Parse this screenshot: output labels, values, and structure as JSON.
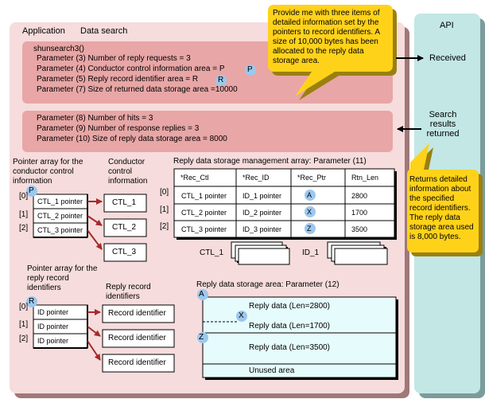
{
  "app_panel": {
    "title": "Application",
    "subtitle": "Data search"
  },
  "api_panel": {
    "title": "API"
  },
  "call_box": {
    "function": "shunsearch3()",
    "lines": [
      "Parameter (3) Number of reply requests = 3",
      "Parameter (4) Conductor control information area = P",
      "Parameter (5) Reply record identifier area = R",
      "Parameter (7) Size of returned data storage area =10000"
    ]
  },
  "result_box": {
    "lines": [
      "Parameter (8)  Number of hits = 3",
      "Parameter (9)  Number of response replies = 3",
      "Parameter (10) Size of reply data storage area = 8000"
    ]
  },
  "callouts": {
    "request": "Provide me with three items of detailed information set by the pointers to record identifiers. A size of 10,000 bytes has been allocated to the reply data storage area.",
    "response": "Returns detailed information about the specified record identifiers. The reply data storage area used is 8,000 bytes."
  },
  "flows": {
    "received": "Received",
    "returned": "Search results returned"
  },
  "markers": {
    "P": "P",
    "R": "R",
    "A": "A",
    "X": "X",
    "Z": "Z"
  },
  "pointer_array_ctl": {
    "label": "Pointer array for the conductor control information",
    "indices": [
      "[0]",
      "[1]",
      "[2]"
    ],
    "cells": [
      "CTL_1 pointer",
      "CTL_2 pointer",
      "CTL_3 pointer"
    ]
  },
  "conductor_info": {
    "label": "Conductor control information",
    "boxes": [
      "CTL_1",
      "CTL_2",
      "CTL_3"
    ]
  },
  "management_array": {
    "label": "Reply data storage management array: Parameter (11)",
    "headers": [
      "*Rec_Ctl",
      "*Rec_ID",
      "*Rec_Ptr",
      "Rtn_Len"
    ],
    "indices": [
      "[0]",
      "[1]",
      "[2]"
    ],
    "rows": [
      {
        "ctl": "CTL_1 pointer",
        "id": "ID_1 pointer",
        "ptr": "A",
        "len": "2800"
      },
      {
        "ctl": "CTL_2 pointer",
        "id": "ID_2 pointer",
        "ptr": "X",
        "len": "1700"
      },
      {
        "ctl": "CTL_3 pointer",
        "id": "ID_3 pointer",
        "ptr": "Z",
        "len": "3500"
      }
    ]
  },
  "stacks": {
    "ctl": "CTL_1",
    "id": "ID_1"
  },
  "pointer_array_id": {
    "label": "Pointer array for the reply record identifiers",
    "indices": [
      "[0]",
      "[1]",
      "[2]"
    ],
    "cells": [
      "ID pointer",
      "ID pointer",
      "ID pointer"
    ]
  },
  "record_ids": {
    "label": "Reply record identifiers",
    "boxes": [
      "Record identifier",
      "Record identifier",
      "Record identifier"
    ]
  },
  "storage_area": {
    "label": "Reply data storage area: Parameter (12)",
    "segments": [
      "Reply data (Len=2800)",
      "Reply data (Len=1700)",
      "Reply data (Len=3500)",
      "Unused area"
    ]
  },
  "colors": {
    "app_panel": "#f6dcdc",
    "api_panel": "#c2e7e5",
    "inner_box": "#e8a6a6",
    "callout": "#ffd21a",
    "marker": "#9cc8ee",
    "storage": "#e6fcfc",
    "arrow_red": "#a52a2a"
  }
}
